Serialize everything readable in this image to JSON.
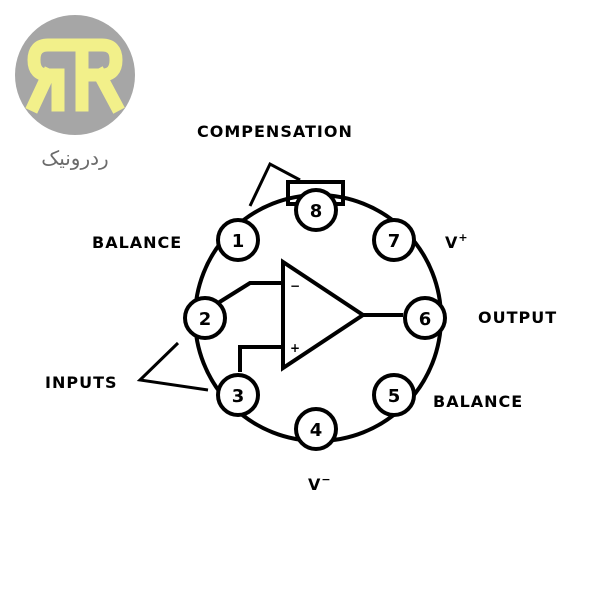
{
  "logo": {
    "caption": "ردرونیک",
    "circle_color": "#a6a6a6",
    "mark_color": "#f2f08a"
  },
  "labels": {
    "compensation": "COMPENSATION",
    "balance_top": "BALANCE",
    "v_plus": "V",
    "v_plus_sup": "+",
    "output": "OUTPUT",
    "inputs": "INPUTS",
    "balance_bottom": "BALANCE",
    "v_minus": "V",
    "v_minus_sup": "−"
  },
  "pins": [
    "1",
    "2",
    "3",
    "4",
    "5",
    "6",
    "7",
    "8"
  ],
  "opamp": {
    "inverting": "−",
    "non_inverting": "+"
  }
}
